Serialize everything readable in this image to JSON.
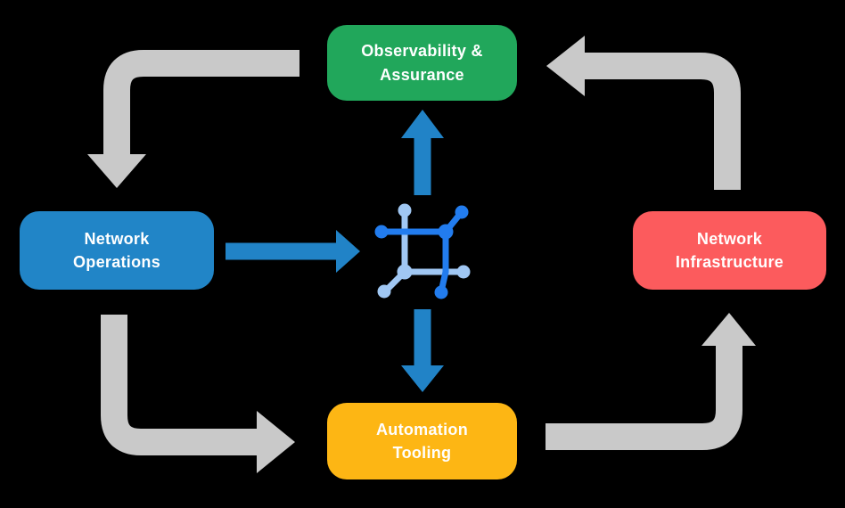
{
  "diagram": {
    "nodes": [
      {
        "id": "observability",
        "label": "Observability &\nAssurance",
        "color": "#21A75B",
        "text_color": "#FFFFFF"
      },
      {
        "id": "operations",
        "label": "Network\nOperations",
        "color": "#2185C7",
        "text_color": "#FFFFFF"
      },
      {
        "id": "infrastructure",
        "label": "Network\nInfrastructure",
        "color": "#FC5B5D",
        "text_color": "#FFFFFF"
      },
      {
        "id": "automation",
        "label": "Automation\nTooling",
        "color": "#FDB614",
        "text_color": "#FFFFFF"
      }
    ],
    "center_icon": {
      "name": "network-automation-hub-icon",
      "dark_color": "#227CEE",
      "light_color": "#A0C7F3"
    },
    "flows": {
      "outer_cycle": [
        {
          "from": "Observability & Assurance",
          "to": "Network Operations"
        },
        {
          "from": "Network Operations",
          "to": "Automation Tooling"
        },
        {
          "from": "Automation Tooling",
          "to": "Network Infrastructure"
        },
        {
          "from": "Network Infrastructure",
          "to": "Observability & Assurance"
        }
      ],
      "inner": [
        {
          "from": "Network Operations",
          "to": "center-icon"
        },
        {
          "from": "center-icon",
          "to": "Observability & Assurance"
        },
        {
          "from": "center-icon",
          "to": "Automation Tooling"
        }
      ]
    },
    "colors": {
      "background": "#000000",
      "outer_arrows": "#C9C9C9",
      "inner_arrows": "#2183C7"
    }
  }
}
